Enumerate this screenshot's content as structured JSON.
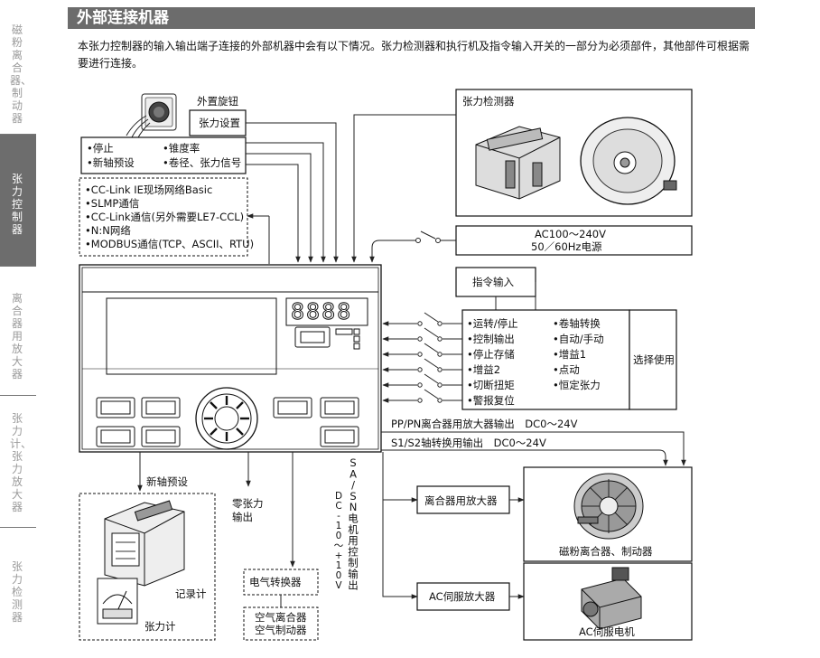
{
  "sidebar": {
    "items": [
      {
        "label": "磁粉离合器、制动器",
        "active": false
      },
      {
        "label": "张力控制器",
        "active": true
      },
      {
        "label": "离合器用放大器",
        "active": false
      },
      {
        "label": "张力计、张力放大器",
        "active": false
      },
      {
        "label": "张力检测器",
        "active": false
      }
    ]
  },
  "page": {
    "title": "外部连接机器",
    "intro": "本张力控制器的输入输出端子连接的外部机器中会有以下情况。张力检测器和执行机及指令输入开关的一部分为必须部件，其他部件可根据需要进行连接。"
  },
  "diagram": {
    "knob_label": "外置旋钮",
    "tension_setting": "张力设置",
    "analog_inputs": [
      "•停止",
      "•锥度率",
      "•新轴预设",
      "•卷径、张力信号"
    ],
    "comm_items": [
      "•CC-Link IE现场网络Basic",
      "•SLMP通信",
      "•CC-Link通信(另外需要LE7-CCL)",
      "•N:N网络",
      "•MODBUS通信(TCP、ASCII、RTU)"
    ],
    "detector_label": "张力检测器",
    "power": [
      "AC100～240V",
      "50／60Hz电源"
    ],
    "command_input": "指令输入",
    "switch_items": [
      "•运转/停止",
      "•卷轴转换",
      "•控制输出",
      "•自动/手动",
      "•停止存储",
      "•增益1",
      "•增益2",
      "•点动",
      "•切断扭矩",
      "•恒定张力",
      "•警报复位"
    ],
    "select_use": "选择使用",
    "pp_pn_output": "PP/PN离合器用放大器输出　DC0～24V",
    "s1s2_output": "S1/S2轴转换用输出　DC0～24V",
    "new_axis_preset": "新轴预设",
    "zero_tension": [
      "零张力",
      "输出"
    ],
    "recorder": "记录计",
    "tension_meter": "张力计",
    "ep_converter": "电气转换器",
    "air_devices": [
      "空气离合器",
      "空气制动器"
    ],
    "dc_label": "DC-10～+10V",
    "sa_sn_label": "SA/SN电机用控制输出",
    "clutch_amp": "离合器用放大器",
    "clutch_brake": "磁粉离合器、制动器",
    "servo_amp": "AC伺服放大器",
    "servo_motor": "AC伺服电机",
    "display_digits": "8888"
  }
}
